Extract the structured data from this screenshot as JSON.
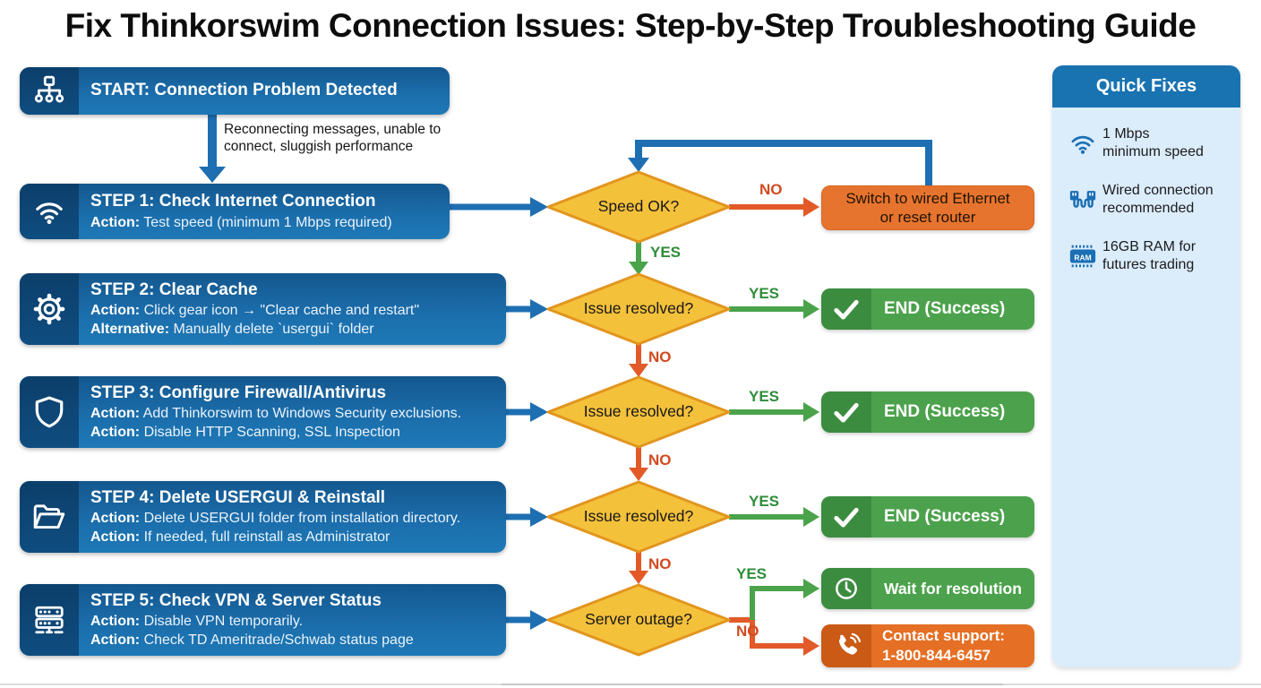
{
  "title": "Fix Thinkorswim Connection Issues: Step-by-Step Troubleshooting Guide",
  "start": {
    "label": "START: Connection Problem Detected",
    "note_line1": "Reconnecting messages, unable to",
    "note_line2": "connect, sluggish performance"
  },
  "steps": [
    {
      "title": "STEP 1: Check Internet Connection",
      "lines": [
        {
          "prefix": "Action:",
          "text": "Test speed (minimum 1 Mbps required)"
        }
      ]
    },
    {
      "title": "STEP 2: Clear Cache",
      "lines": [
        {
          "prefix": "Action:",
          "text": "Click gear icon → \"Clear cache and restart\""
        },
        {
          "prefix": "Alternative:",
          "text": "Manually delete `usergui` folder"
        }
      ]
    },
    {
      "title": "STEP 3: Configure Firewall/Antivirus",
      "lines": [
        {
          "prefix": "Action:",
          "text": "Add Thinkorswim to Windows Security exclusions."
        },
        {
          "prefix": "Action:",
          "text": "Disable HTTP Scanning, SSL Inspection"
        }
      ]
    },
    {
      "title": "STEP 4: Delete USERGUI & Reinstall",
      "lines": [
        {
          "prefix": "Action:",
          "text": "Delete USERGUI folder from installation directory."
        },
        {
          "prefix": "Action:",
          "text": "If needed, full reinstall as Administrator"
        }
      ]
    },
    {
      "title": "STEP 5: Check VPN & Server Status",
      "lines": [
        {
          "prefix": "Action:",
          "text": "Disable VPN temporarily."
        },
        {
          "prefix": "Action:",
          "text": "Check TD Ameritrade/Schwab status page"
        }
      ]
    }
  ],
  "decisions": [
    {
      "label": "Speed OK?"
    },
    {
      "label": "Issue resolved?"
    },
    {
      "label": "Issue resolved?"
    },
    {
      "label": "Issue resolved?"
    },
    {
      "label": "Server outage?"
    }
  ],
  "labels": {
    "yes": "YES",
    "no": "NO"
  },
  "outcomes": {
    "switch_line1": "Switch to wired Ethernet",
    "switch_line2": "or reset router",
    "end_success": "END (Success)",
    "wait": "Wait for resolution",
    "contact_line1": "Contact support:",
    "contact_line2": "1-800-844-6457"
  },
  "sidebar": {
    "title": "Quick Fixes",
    "items": [
      {
        "icon": "wifi-icon",
        "line1": "1 Mbps",
        "line2": "minimum speed"
      },
      {
        "icon": "cable-icon",
        "line1": "Wired connection",
        "line2": "recommended"
      },
      {
        "icon": "ram-icon",
        "line1": "16GB RAM for",
        "line2": "futures trading",
        "icon_text": "RAM"
      }
    ]
  },
  "colors": {
    "step_blue": "#1b6dab",
    "step_blue_dark": "#0f4d80",
    "diamond_fill": "#f4c13b",
    "diamond_border": "#e2951e",
    "green": "#4ca24c",
    "green_dark": "#3c8c40",
    "orange": "#e7742e",
    "orange_dark": "#ca5a15",
    "arrow_blue": "#1d6fb2",
    "arrow_green": "#4aa34a",
    "arrow_orange": "#e25a28",
    "yes_label": "#2f8d3a",
    "no_label": "#d14a20",
    "sidebar_header": "#1973b1",
    "sidebar_body": "#dbecfb",
    "icon_blue": "#1a6fb5"
  }
}
